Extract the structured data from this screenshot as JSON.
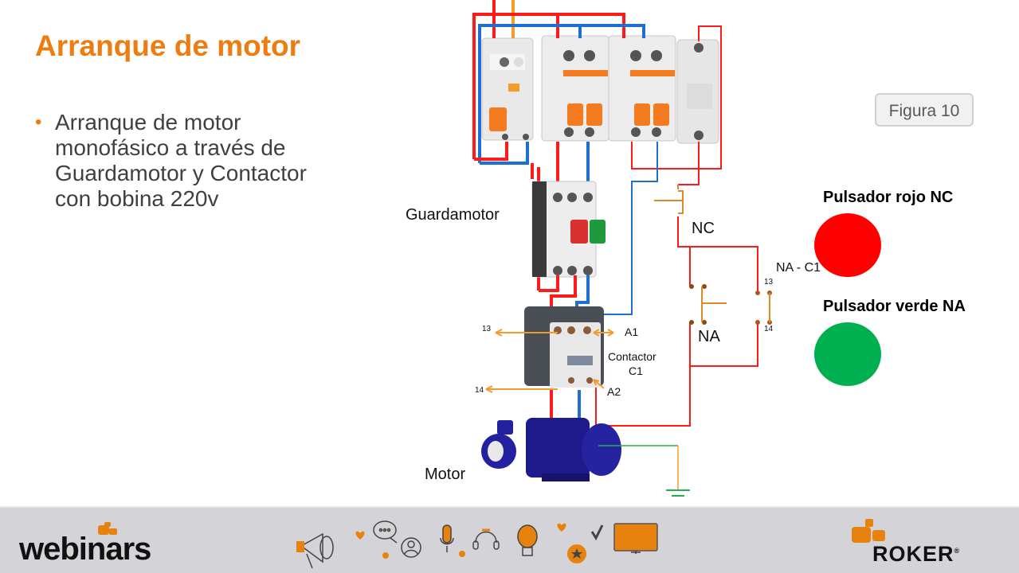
{
  "slide": {
    "title": "Arranque de motor",
    "bullet_lines": [
      "Arranque de motor",
      "monofásico a través de",
      "Guardamotor y Contactor",
      "con bobina 220v"
    ],
    "figure_badge": "Figura 10"
  },
  "diagram": {
    "labels": {
      "guardamotor": "Guardamotor",
      "contactor_line1": "Contactor",
      "contactor_line2": "C1",
      "motor": "Motor",
      "nc": "NC",
      "na": "NA",
      "na_c1": "NA - C1",
      "terminal_13_left": "13",
      "terminal_14_left": "14",
      "terminal_13_right": "13",
      "terminal_14_right": "14",
      "a1": "A1",
      "a2": "A2"
    },
    "wire_colors": {
      "phase": "#ff1a1a",
      "neutral": "#1f6fd1",
      "ground": "#22b14c",
      "control": "#f0a050",
      "supply_orange": "#f39c2a"
    }
  },
  "push_buttons": [
    {
      "title": "Pulsador rojo NC",
      "color": "#ff0000"
    },
    {
      "title": "Pulsador verde  NA",
      "color": "#00b050"
    }
  ],
  "footer": {
    "left_logo": "webinars",
    "right_logo": "ROKER",
    "registered_mark": "®",
    "accent_color": "#e8820f",
    "icons": [
      "megaphone-icon",
      "heart-icon",
      "chat-bubble-icon",
      "user-icon",
      "microphone-icon",
      "headphones-icon",
      "lightbulb-icon",
      "star-badge-icon",
      "checkmark-icon",
      "monitor-icon"
    ]
  }
}
